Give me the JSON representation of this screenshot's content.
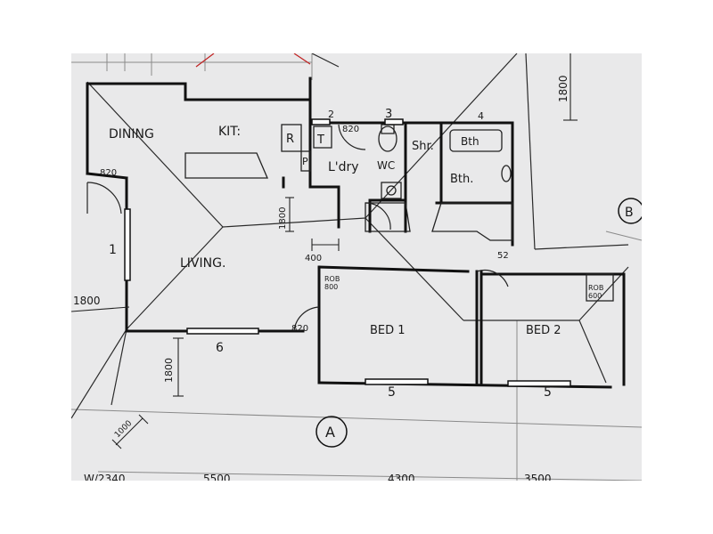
{
  "rooms": {
    "dining": "DINING",
    "kitchen": "KIT:",
    "laundry": "L'dry",
    "wc": "WC",
    "shower": "Shr.",
    "bath": "Bth",
    "bathroom": "Bth.",
    "living": "LIVING.",
    "bed1": "BED 1",
    "bed2": "BED 2"
  },
  "fixtures": {
    "refrigerator": "R",
    "tub": "T",
    "pantry": "P",
    "robe_bed1": "ROB\n800",
    "robe_bed2": "ROB\n600"
  },
  "dimensions": {
    "door_dining": "820",
    "door_laundry": "820",
    "door_living": "820",
    "door_bath": "52",
    "kitchen_bench": "1800",
    "wall_gap": "400",
    "left_wall": "1800",
    "front_wall": "1800",
    "top_right": "1800",
    "front_diag": "1000",
    "bottom_1": "W/2340",
    "bottom_2": "5500",
    "bottom_3": "4300",
    "bottom_4": "3500"
  },
  "window_numbers": {
    "w1": "1",
    "w2": "2",
    "w3": "3",
    "w4": "4",
    "w5a": "5",
    "w5b": "5",
    "w6": "6"
  },
  "elevations": {
    "a": "A",
    "b": "B"
  }
}
